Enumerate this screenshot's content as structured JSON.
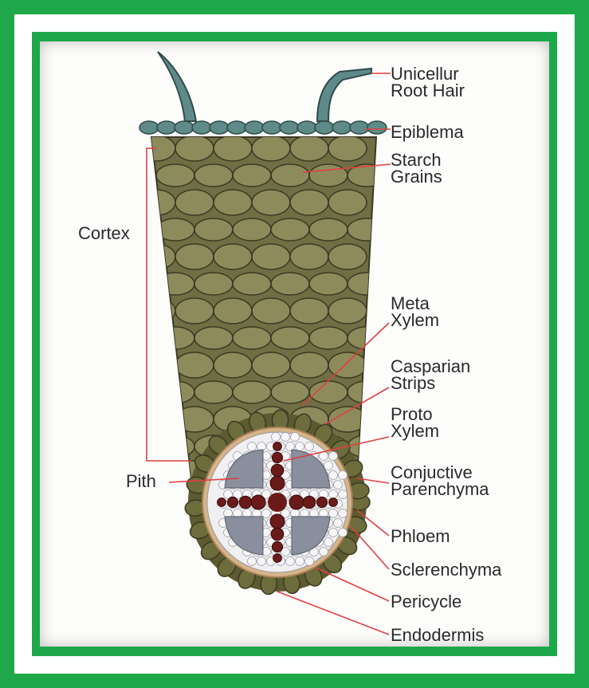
{
  "labels": {
    "root_hair": [
      "Unicellur",
      "Root Hair"
    ],
    "epiblema": "Epiblema",
    "starch": [
      "Starch",
      "Grains"
    ],
    "cortex": "Cortex",
    "meta_xylem": [
      "Meta",
      "Xylem"
    ],
    "casparian": [
      "Casparian",
      "Strips"
    ],
    "proto_xylem": [
      "Proto",
      "Xylem"
    ],
    "pith": "Pith",
    "conjunctive": [
      "Conjuctive",
      "Parenchyma"
    ],
    "phloem": "Phloem",
    "sclerenchyma": "Sclerenchyma",
    "pericycle": "Pericycle",
    "endodermis": "Endodermis"
  },
  "colors": {
    "frame": "#1ea84b",
    "cortex_fill": "#6f6e44",
    "cell_fill": "#8d8b5c",
    "epiblema": "#5f8a8a",
    "xylem": "#6b1a1a",
    "phloem": "#8a8f9e",
    "pointer": "#e04040"
  }
}
